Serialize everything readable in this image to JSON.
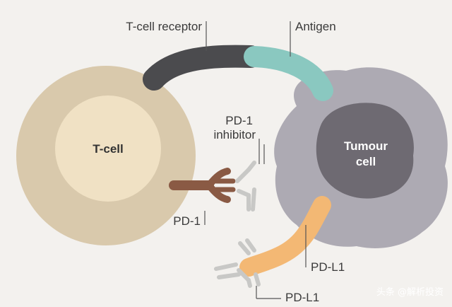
{
  "labels": {
    "tcr": "T-cell receptor",
    "antigen": "Antigen",
    "tcell": "T-cell",
    "tumour_line1": "Tumour",
    "tumour_line2": "cell",
    "pd1_inhibitor_line1": "PD-1",
    "pd1_inhibitor_line2": "inhibitor",
    "pd1": "PD-1",
    "pdl1_tumour": "PD-L1",
    "pdl1_bottom": "PD-L1"
  },
  "watermark": "头条 @解析投资",
  "colors": {
    "background": "#f3f1ee",
    "tcell_outer": "#d9c9ac",
    "tcell_nucleus": "#f0e1c4",
    "tumour_outer": "#adaab3",
    "tumour_nucleus": "#6e6a72",
    "tcr": "#4b4b4e",
    "antigen": "#8ac8c0",
    "pd1": "#8a5a44",
    "inhibitor": "#c8c8c6",
    "pdl1": "#f3b874"
  }
}
